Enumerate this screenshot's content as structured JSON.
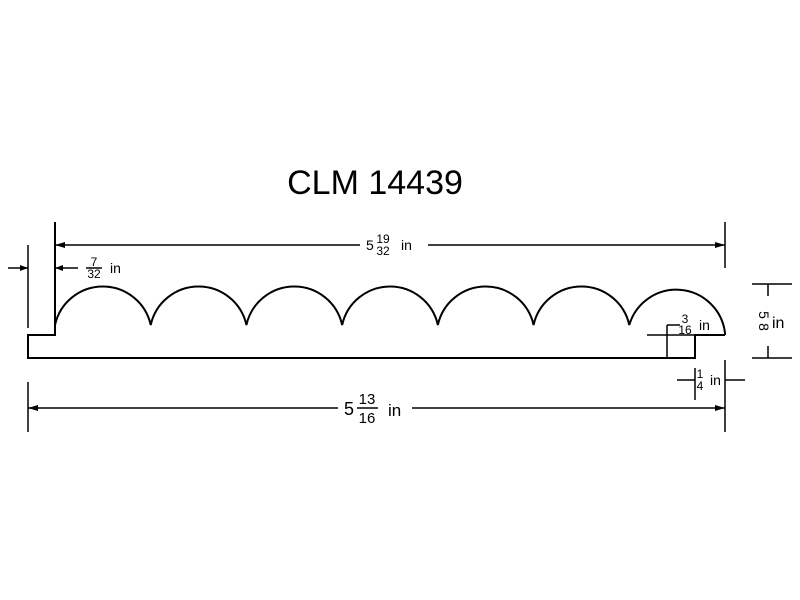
{
  "title": "CLM 14439",
  "dimensions": {
    "top_width": {
      "whole": "5",
      "num": "19",
      "den": "32",
      "unit": "in"
    },
    "overall_width": {
      "whole": "5",
      "num": "13",
      "den": "16",
      "unit": "in"
    },
    "left_lip": {
      "num": "7",
      "den": "32",
      "unit": "in"
    },
    "height": {
      "num": "5",
      "den": "8",
      "unit": "in"
    },
    "notch_depth": {
      "num": "3",
      "den": "16",
      "unit": "in"
    },
    "tongue": {
      "num": "1",
      "den": "4",
      "unit": "in"
    }
  },
  "profile": {
    "scallop_count": 7
  }
}
